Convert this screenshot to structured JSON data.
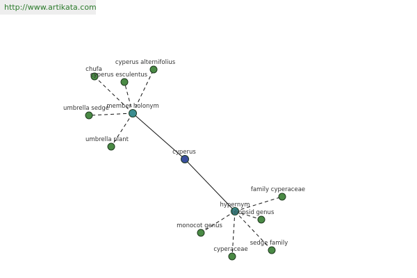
{
  "watermark": {
    "text": "http://www.artikata.com"
  },
  "colors": {
    "center": "#3a4f9e",
    "hub": "#3b8d90",
    "leaf": "#4a8a45",
    "edge": "#111111",
    "node_stroke": "#1f3a1f",
    "label": "#333333"
  },
  "graph": {
    "center": {
      "id": "cyperus",
      "label": "cyperus"
    },
    "hubs": [
      {
        "id": "member-holonym",
        "label": "member holonym"
      },
      {
        "id": "hypernym",
        "label": "hypernym"
      }
    ],
    "leaves": [
      {
        "id": "chufa",
        "label": "chufa",
        "hub": "member-holonym"
      },
      {
        "id": "cyperus-esculentus",
        "label": "cyperus esculentus",
        "hub": "member-holonym"
      },
      {
        "id": "cyperus-alternifolius",
        "label": "cyperus alternifolius",
        "hub": "member-holonym"
      },
      {
        "id": "umbrella-sedge",
        "label": "umbrella sedge",
        "hub": "member-holonym"
      },
      {
        "id": "umbrella-plant",
        "label": "umbrella plant",
        "hub": "member-holonym"
      },
      {
        "id": "family-cyperaceae",
        "label": "family cyperaceae",
        "hub": "hypernym"
      },
      {
        "id": "liliopsid-genus",
        "label": "liliopsid genus",
        "hub": "hypernym"
      },
      {
        "id": "monocot-genus",
        "label": "monocot genus",
        "hub": "hypernym"
      },
      {
        "id": "sedge-family",
        "label": "sedge family",
        "hub": "hypernym"
      },
      {
        "id": "cyperaceae",
        "label": "cyperaceae",
        "hub": "hypernym"
      }
    ]
  }
}
